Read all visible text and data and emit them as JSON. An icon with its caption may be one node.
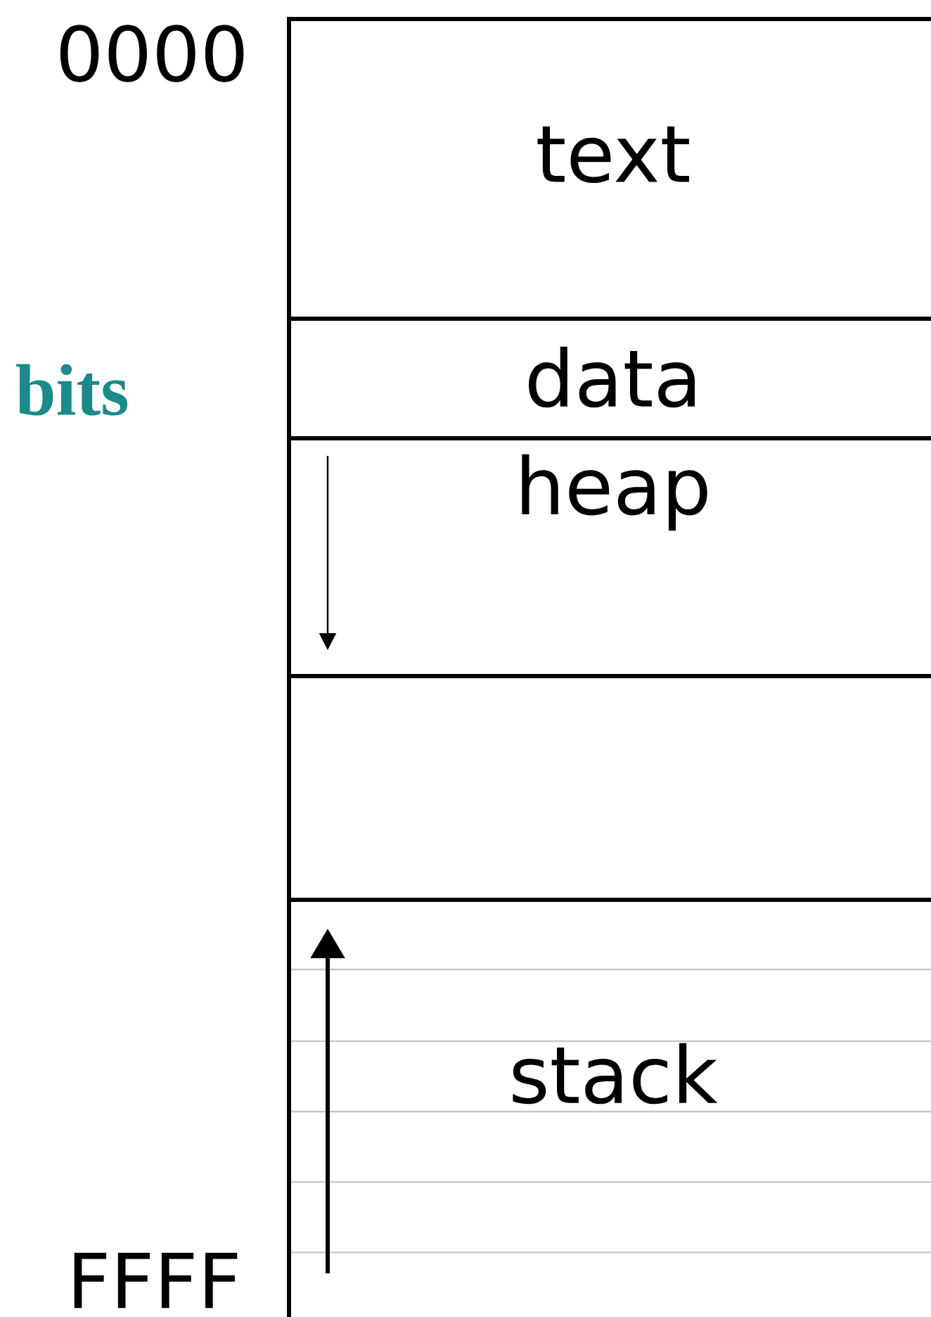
{
  "diagram": {
    "nodes": [
      {
        "text": [
          "text"
        ]
      },
      {
        "text": [
          "data"
        ]
      },
      {
        "text": [
          "heap"
        ]
      },
      {
        "text": [],
        "shape": "box"
      },
      {
        "text": [
          "stack"
        ]
      }
    ],
    "labels": [
      "0000",
      "bits",
      "FFFF"
    ]
  }
}
